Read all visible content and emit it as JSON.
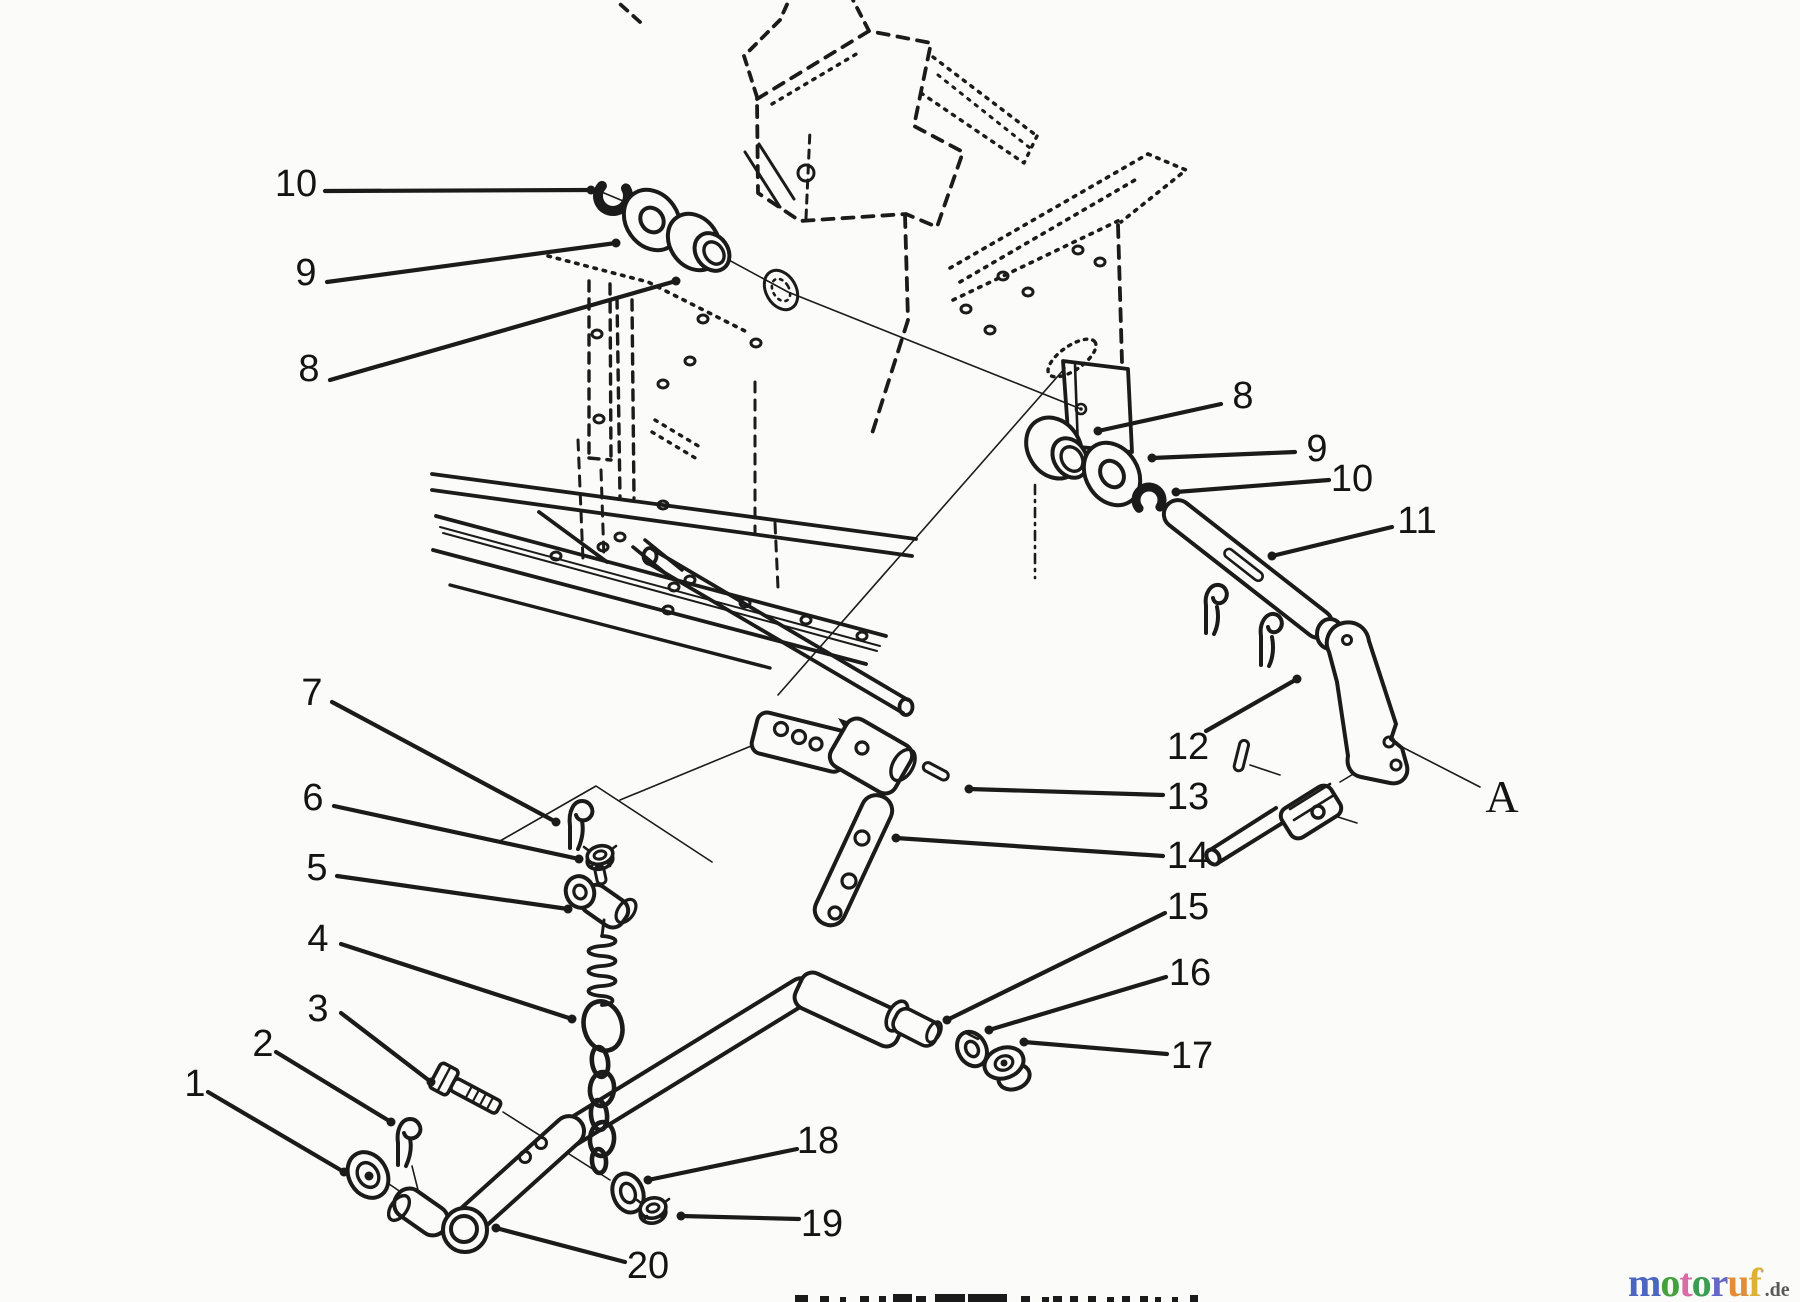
{
  "document": {
    "kind": "exploded parts diagram (line art)",
    "background": "#fbfbf9",
    "ink": "#1b1b1b"
  },
  "diagram": {
    "callouts": {
      "c1": {
        "label": "1"
      },
      "c2": {
        "label": "2"
      },
      "c3": {
        "label": "3"
      },
      "c4": {
        "label": "4"
      },
      "c5": {
        "label": "5"
      },
      "c6": {
        "label": "6"
      },
      "c7": {
        "label": "7"
      },
      "c8L": {
        "label": "8"
      },
      "c9L": {
        "label": "9"
      },
      "c10L": {
        "label": "10"
      },
      "c8R": {
        "label": "8"
      },
      "c9R": {
        "label": "9"
      },
      "c10R": {
        "label": "10"
      },
      "c11": {
        "label": "11"
      },
      "c12": {
        "label": "12"
      },
      "c13": {
        "label": "13"
      },
      "c14": {
        "label": "14"
      },
      "c15": {
        "label": "15"
      },
      "c16": {
        "label": "16"
      },
      "c17": {
        "label": "17"
      },
      "c18": {
        "label": "18"
      },
      "c19": {
        "label": "19"
      },
      "c20": {
        "label": "20"
      },
      "cA": {
        "label": "A"
      }
    }
  },
  "logo": {
    "letters": [
      {
        "ch": "m",
        "color": "#4a66bf"
      },
      {
        "ch": "o",
        "color": "#44a13e"
      },
      {
        "ch": "t",
        "color": "#d86ca4"
      },
      {
        "ch": "o",
        "color": "#3c9c52"
      },
      {
        "ch": "r",
        "color": "#6468c4"
      },
      {
        "ch": "u",
        "color": "#e28d39"
      },
      {
        "ch": "f",
        "color": "#ddb233"
      }
    ],
    "mark": "'",
    "mark_color": "#9a9a9a",
    "suffix": ".de",
    "suffix_color": "#595959"
  }
}
